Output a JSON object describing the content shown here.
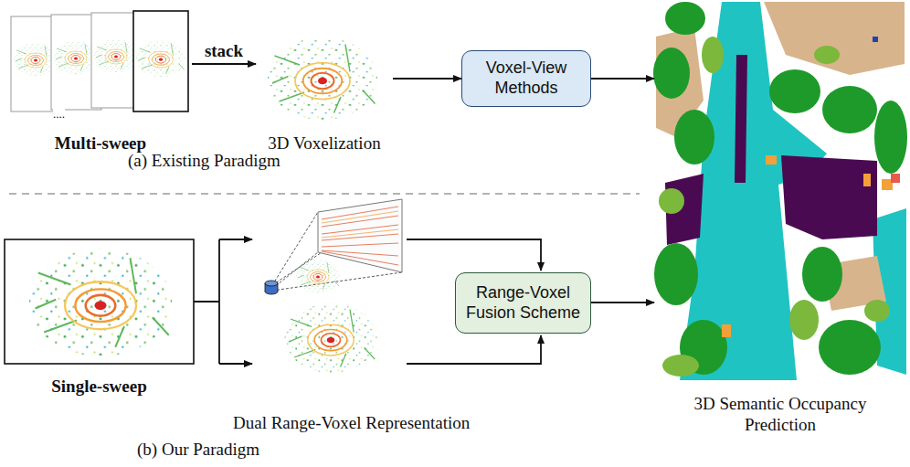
{
  "diagram": {
    "nodes": [
      {
        "text": [
          "Multi-sweep"
        ]
      },
      {
        "text": [
          "3D Voxelization"
        ]
      },
      {
        "text": [
          "Voxel-View Methods"
        ]
      },
      {
        "text": [
          "Single-sweep"
        ]
      },
      {
        "text": [
          "Range-Voxel Fusion Scheme"
        ]
      },
      {
        "text": [
          "3D Semantic Occupancy Prediction"
        ]
      }
    ],
    "edges": [
      {
        "from": 0,
        "to": 1,
        "arrow": "to",
        "label": "stack"
      },
      {
        "from": 1,
        "to": 2,
        "arrow": "to"
      },
      {
        "from": 2,
        "to": 5,
        "arrow": "to"
      },
      {
        "from": 4,
        "to": 5,
        "arrow": "to"
      }
    ],
    "labels": [
      "....",
      "(a) Existing Paradigm",
      "Dual Range-Voxel Representation",
      "(b) Our Paradigm"
    ]
  }
}
